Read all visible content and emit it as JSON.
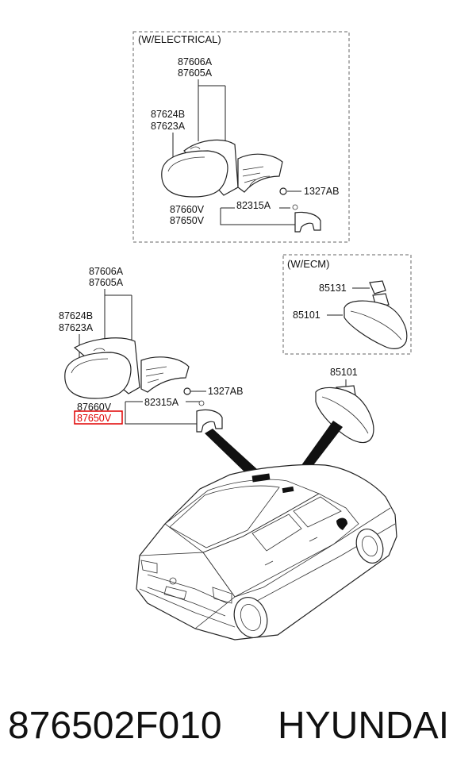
{
  "box_electrical": {
    "header": "(W/ELECTRICAL)",
    "labels": {
      "p1": "87606A",
      "p2": "87605A",
      "p3": "87624B",
      "p4": "87623A",
      "p5": "1327AB",
      "p6": "87660V",
      "p7": "82315A",
      "p8": "87650V"
    }
  },
  "main_assembly": {
    "labels": {
      "p1": "87606A",
      "p2": "87605A",
      "p3": "87624B",
      "p4": "87623A",
      "p5": "1327AB",
      "p6": "82315A",
      "p7": "87660V",
      "p8": "87650V"
    },
    "highlighted": "87650V",
    "highlight_color": "#e00000"
  },
  "box_ecm": {
    "header": "(W/ECM)",
    "labels": {
      "p1": "85131",
      "p2": "85101"
    }
  },
  "inside_mirror_label": "85101",
  "footer": {
    "part_number": "876502F010",
    "brand": "HYUNDAI"
  }
}
